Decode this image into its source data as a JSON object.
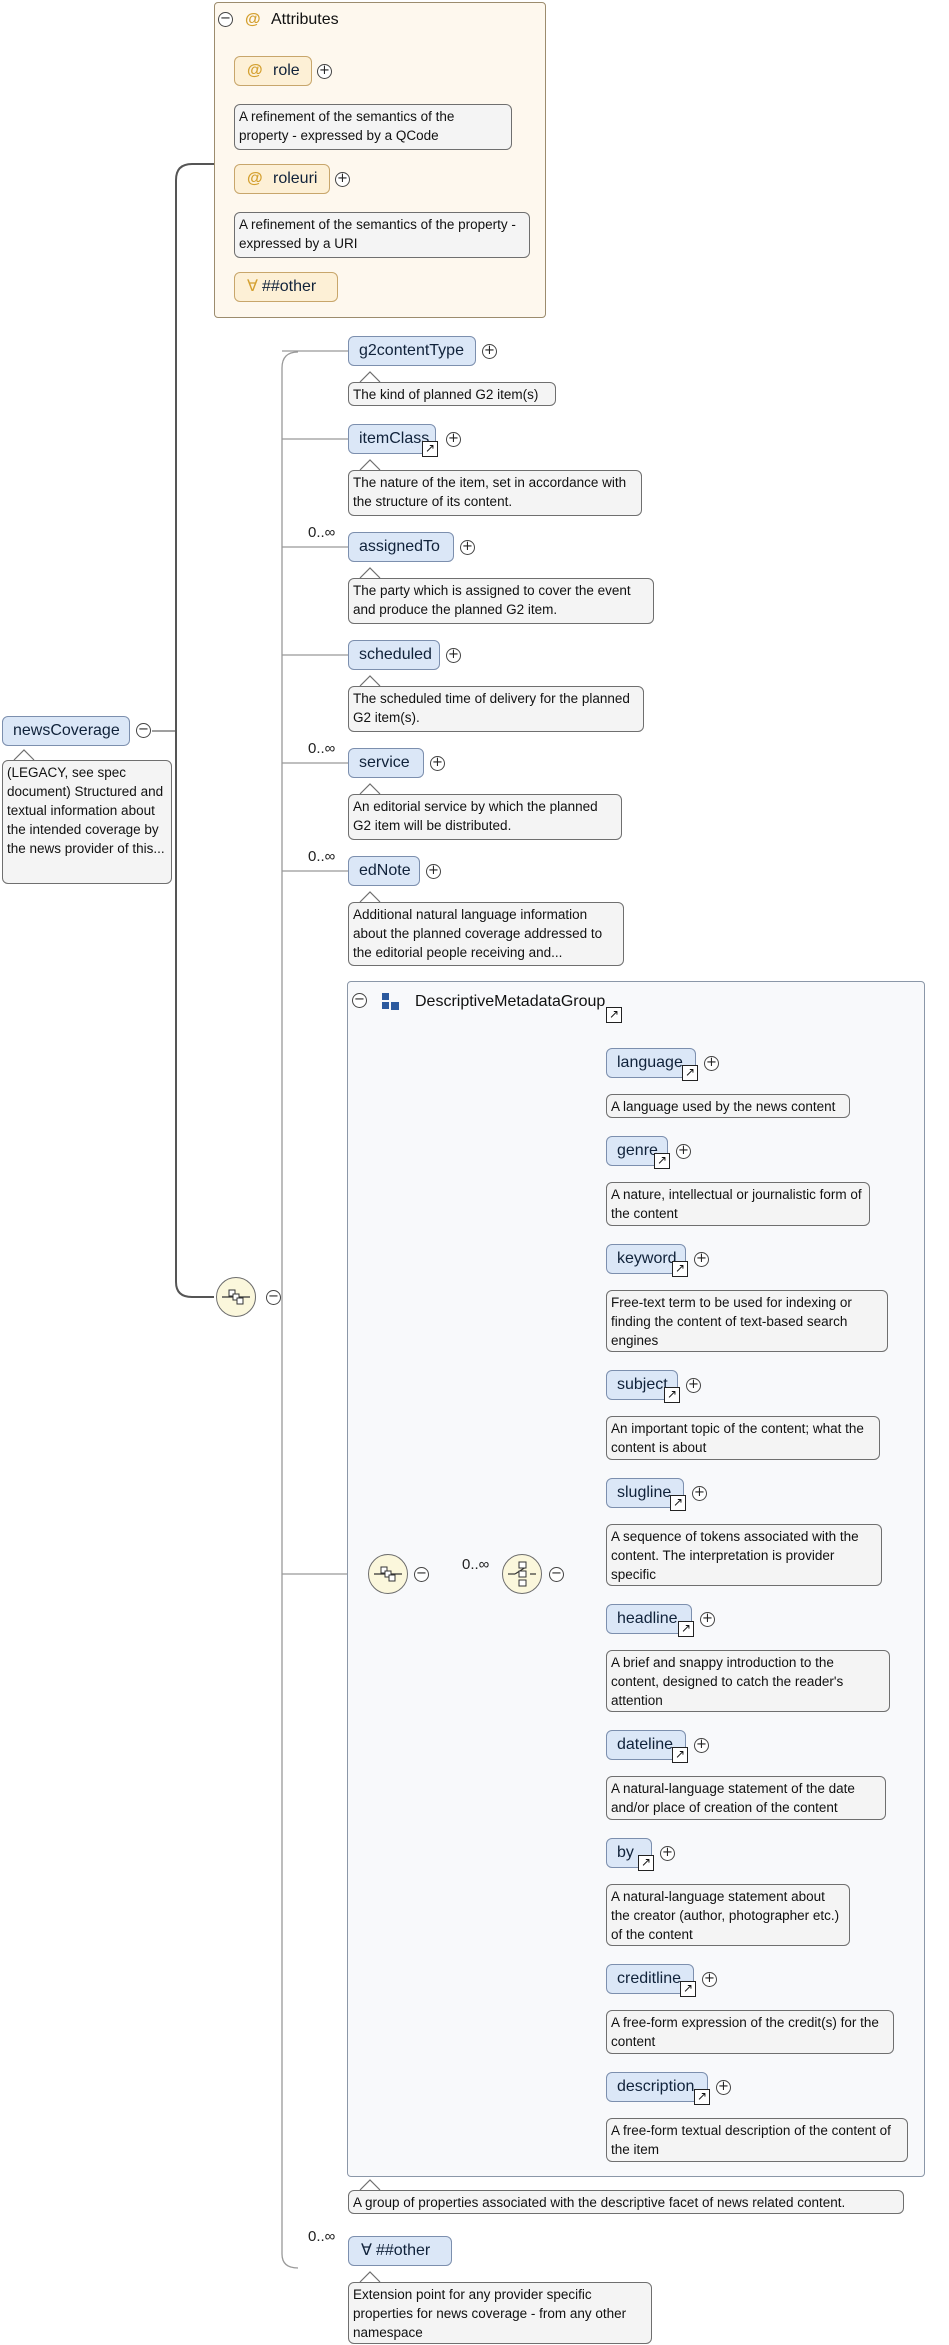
{
  "root": {
    "name": "newsCoverage",
    "doc": "(LEGACY, see spec document) Structured and textual information about the intended coverage by the news provider of this..."
  },
  "attributes": {
    "title": "Attributes",
    "items": [
      {
        "name": "role",
        "doc": "A refinement of the semantics of the property - expressed by a QCode"
      },
      {
        "name": "roleuri",
        "doc": "A refinement of the semantics of the property - expressed by a URI"
      }
    ],
    "any_attribute": "##other",
    "at_symbol": "@",
    "any_symbol": "∀"
  },
  "elements": [
    {
      "name": "g2contentType",
      "mult": "",
      "doc": "The kind of planned G2 item(s)"
    },
    {
      "name": "itemClass",
      "mult": "",
      "doc": "The nature of the item, set in accordance with the structure of its content."
    },
    {
      "name": "assignedTo",
      "mult": "0..∞",
      "doc": "The party which is assigned to cover the event and produce the planned G2 item."
    },
    {
      "name": "scheduled",
      "mult": "",
      "doc": "The scheduled time of delivery for the planned G2 item(s)."
    },
    {
      "name": "service",
      "mult": "0..∞",
      "doc": "An editorial service by which the planned G2 item will be distributed."
    },
    {
      "name": "edNote",
      "mult": "0..∞",
      "doc": "Additional natural language information about the planned coverage addressed to the editorial people receiving and..."
    }
  ],
  "group": {
    "title": "DescriptiveMetadataGroup",
    "doc": "A group of properties associated with the descriptive facet of news related content.",
    "choice_mult": "0..∞",
    "items": [
      {
        "name": "language",
        "doc": "A language used by the news content"
      },
      {
        "name": "genre",
        "doc": "A nature, intellectual or journalistic form of the content"
      },
      {
        "name": "keyword",
        "doc": "Free-text term to be used for indexing or finding the content of text-based search engines"
      },
      {
        "name": "subject",
        "doc": "An important topic of the content; what the content is about"
      },
      {
        "name": "slugline",
        "doc": "A sequence of tokens associated with the content. The interpretation is provider specific"
      },
      {
        "name": "headline",
        "doc": "A brief and snappy introduction to the content, designed to catch the reader's attention"
      },
      {
        "name": "dateline",
        "doc": "A natural-language statement of the date and/or place of creation of the content"
      },
      {
        "name": "by",
        "doc": "A natural-language statement about the creator (author, photographer etc.) of the content"
      },
      {
        "name": "creditline",
        "doc": "A free-form expression of the credit(s) for the content"
      },
      {
        "name": "description",
        "doc": "A free-form textual description of the content of the item"
      }
    ]
  },
  "any_other": {
    "name": "##other",
    "mult": "0..∞",
    "doc": "Extension point for any provider specific properties for news coverage - from any other namespace"
  },
  "symbols": {
    "expand": "+",
    "collapse": "−",
    "ref": "↗"
  },
  "colors": {
    "element_fill": "#dbe7f7",
    "attribute_fill": "#fdf0d6",
    "doc_fill": "#f4f4f4",
    "connector": "#555555"
  }
}
